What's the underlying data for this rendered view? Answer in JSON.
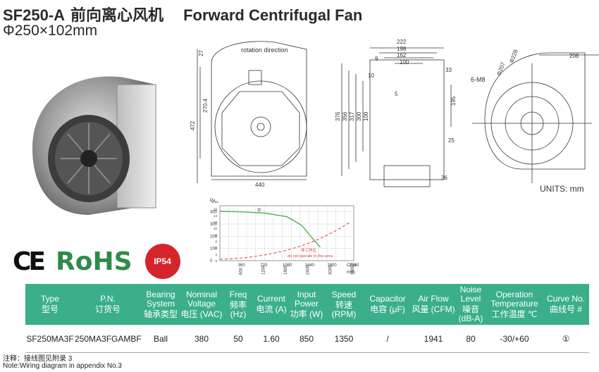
{
  "header": {
    "model": "SF250-A",
    "cn_title": "前向离心风机",
    "en_title": "Forward Centrifugal Fan",
    "size": "Φ250×102mm"
  },
  "drawing": {
    "rotation_label": "rotation  direction",
    "units": "UNITS: mm",
    "front_dims": [
      "27",
      "270.4",
      "472",
      "440"
    ],
    "side_dims": [
      "222",
      "198",
      "162",
      "100",
      "9",
      "10",
      "5",
      "33",
      "195",
      "376",
      "356",
      "317",
      "300",
      "100",
      "25",
      "36"
    ],
    "back_dims": [
      "208",
      "6-M8",
      "Φ207",
      "Φ228"
    ]
  },
  "certs": {
    "ce": "CE",
    "rohs": "RoHS",
    "ip": "IP54"
  },
  "chart_data": {
    "type": "line",
    "ylabel": "Pa",
    "xlabel": "CFM",
    "x_ticks_cfm": [
      "360",
      "720",
      "1080",
      "1440",
      "1800",
      "2160"
    ],
    "x_ticks_m3h": [
      "600",
      "1200",
      "1800",
      "2400",
      "3000",
      "3600"
    ],
    "x_unit_m3h": "m³/h",
    "y_ticks_pa": [
      "0",
      "100",
      "200",
      "300",
      "400"
    ],
    "y_ticks_inwc": [
      "0",
      "2",
      "4",
      "6",
      "8",
      "10",
      "12",
      "14",
      "16"
    ],
    "y_unit_inwc": "in.wc",
    "series": [
      {
        "name": "①",
        "x": [
          0,
          600,
          1200,
          1800,
          2200,
          2500,
          2700
        ],
        "y": [
          405,
          400,
          390,
          360,
          290,
          180,
          110
        ]
      }
    ],
    "annotations": [
      "非工作区",
      "do not operate in this area"
    ]
  },
  "table": {
    "headers": [
      {
        "en": "Type",
        "cn": "型号"
      },
      {
        "en": "P.N.",
        "cn": "订货号"
      },
      {
        "en": "Bearing System",
        "cn": "轴承类型"
      },
      {
        "en": "Nominal Voltage",
        "cn": "电压 (VAC)"
      },
      {
        "en": "Freq",
        "cn": "频率 (Hz)"
      },
      {
        "en": "Current",
        "cn": "电流 (A)"
      },
      {
        "en": "Input Power",
        "cn": "功率 (W)"
      },
      {
        "en": "Speed",
        "cn": "转速 (RPM)"
      },
      {
        "en": "Capacitor",
        "cn": "电容 (μF)"
      },
      {
        "en": "Air Flow",
        "cn": "风量 (CFM)"
      },
      {
        "en": "Noise Level",
        "cn": "噪音 (dB-A)"
      },
      {
        "en": "Operation Temperature",
        "cn": "工作温度 ℃"
      },
      {
        "en": "Curve No.",
        "cn": "曲线号 #"
      }
    ],
    "row": [
      "SF250MA3F",
      "250MA3FGAMBF",
      "Ball",
      "380",
      "50",
      "1.60",
      "850",
      "1350",
      "/",
      "1941",
      "80",
      "-30/+60",
      "①"
    ]
  },
  "notes": {
    "cn": "注释：接线图见附录 3",
    "en": "Note:Wiring diagram in appendix No.3"
  }
}
